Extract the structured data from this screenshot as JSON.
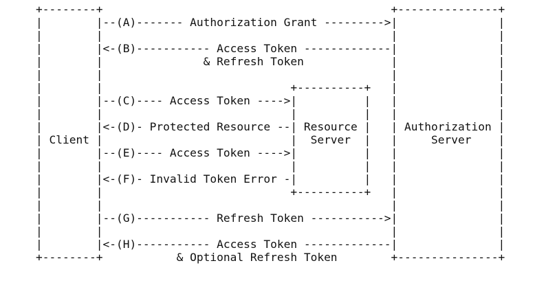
{
  "diagram": {
    "lines": [
      "+--------+                                           +---------------+",
      "|        |--(A)------- Authorization Grant --------->|               |",
      "|        |                                           |               |",
      "|        |<-(B)----------- Access Token -------------|               |",
      "|        |               & Refresh Token             |               |",
      "|        |                                           |               |",
      "|        |                            +----------+   |               |",
      "|        |--(C)---- Access Token ---->|          |   |               |",
      "|        |                            |          |   |               |",
      "|        |<-(D)- Protected Resource --| Resource |   | Authorization |",
      "| Client |                            |  Server  |   |     Server    |",
      "|        |--(E)---- Access Token ---->|          |   |               |",
      "|        |                            |          |   |               |",
      "|        |<-(F)- Invalid Token Error -|          |   |               |",
      "|        |                            +----------+   |               |",
      "|        |                                           |               |",
      "|        |--(G)----------- Refresh Token ----------->|               |",
      "|        |                                           |               |",
      "|        |<-(H)----------- Access Token -------------|               |",
      "+--------+           & Optional Refresh Token        +---------------+"
    ]
  }
}
